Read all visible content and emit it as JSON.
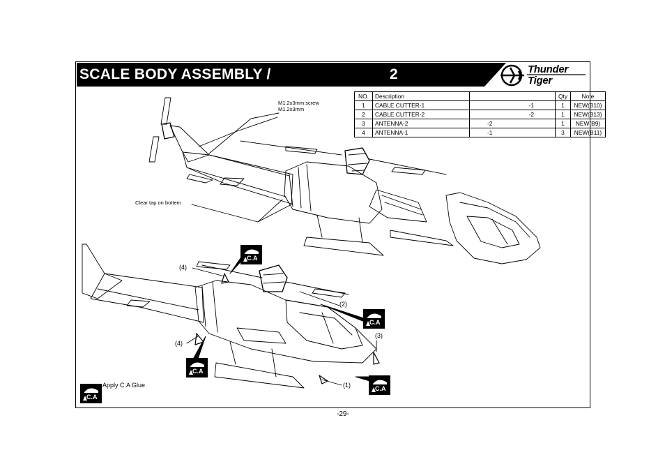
{
  "header": {
    "title": "SCALE BODY ASSEMBLY /",
    "step_number": "2",
    "brand_line1": "Thunder",
    "brand_line2": "Tiger"
  },
  "parts_table": {
    "headers": [
      "NO.",
      "Description",
      "",
      "Qty",
      "Note"
    ],
    "rows": [
      {
        "no": "1",
        "description": "CABLE CUTTER-1",
        "code": "-1",
        "qty": "1",
        "note": "NEW(B10)"
      },
      {
        "no": "2",
        "description": "CABLE CUTTER-2",
        "code": "-2",
        "qty": "1",
        "note": "NEW(B13)"
      },
      {
        "no": "3",
        "description": "ANTENNA-2",
        "code": "-2",
        "qty": "1",
        "note": "NEW(B9)"
      },
      {
        "no": "4",
        "description": "ANTENNA-1",
        "code": "-1",
        "qty": "3",
        "note": "NEW(B11)"
      }
    ]
  },
  "callouts": {
    "screw_1": "M1.2x3mm screw",
    "screw_2": "M1.2x3mm",
    "clear_tap": "Clear tap on bottem",
    "label_4_top": "(4)",
    "label_2": "(2)",
    "label_3": "(3)",
    "label_4_side": "(4)",
    "label_1": "(1)"
  },
  "legend": {
    "ca_icon_text": "C.A",
    "apply_glue": "Apply C.A Glue"
  },
  "footer": {
    "page": "-29-"
  }
}
